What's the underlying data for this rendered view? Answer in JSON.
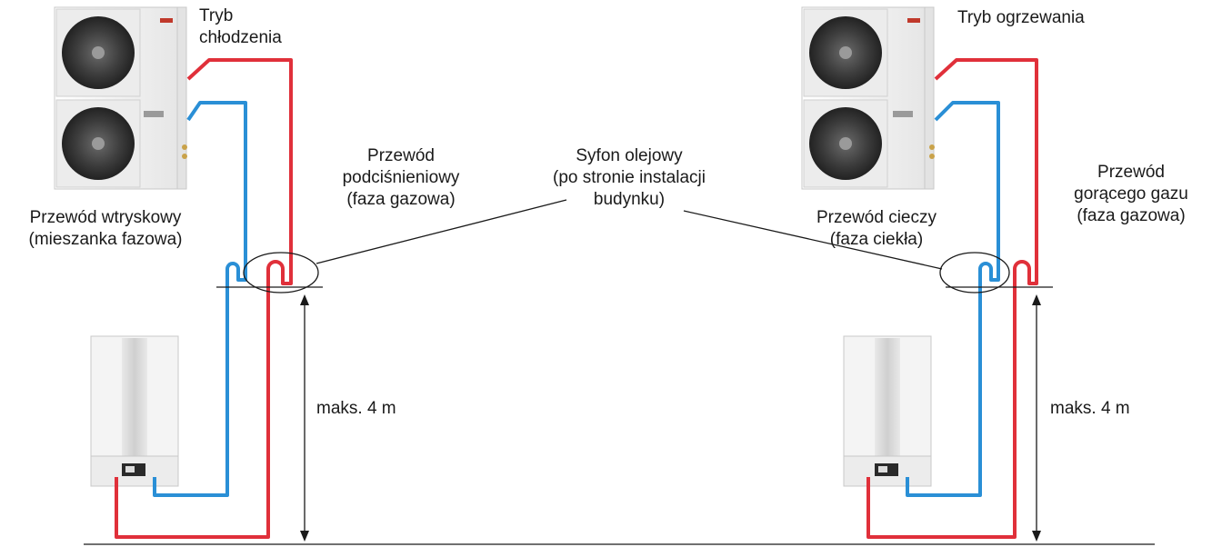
{
  "left": {
    "mode_label": [
      "Tryb",
      "chłodzenia"
    ],
    "injection_line": [
      "Przewód wtryskowy",
      "(mieszanka fazowa)"
    ],
    "suction_line": [
      "Przewód",
      "podciśnieniowy",
      "(faza gazowa)"
    ],
    "height_label": "maks. 4 m"
  },
  "center": {
    "oil_trap": [
      "Syfon olejowy",
      "(po stronie instalacji",
      "budynku)"
    ]
  },
  "right": {
    "mode_label": "Tryb ogrzewania",
    "liquid_line": [
      "Przewód cieczy",
      "(faza ciekła)"
    ],
    "hot_gas_line": [
      "Przewód",
      "gorącego gazu",
      "(faza gazowa)"
    ],
    "height_label": "maks. 4 m"
  },
  "colors": {
    "hot_pipe": "#e0303a",
    "cold_pipe": "#2a8fd6",
    "line": "#1a1a1a",
    "unit_body": "#f4f4f4",
    "unit_edge": "#c8c8c8"
  }
}
